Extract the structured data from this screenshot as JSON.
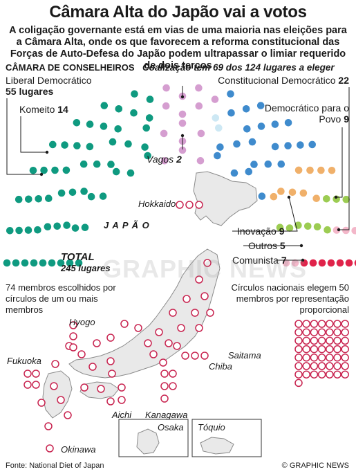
{
  "title": "Câmara Alta do Japão vai a votos",
  "subtitle": "A coligação governante está em vias de uma maioria nas eleições para a Câmara Alta, onde os que favorecem a reforma constitucional das Forças de Auto-Defesa do Japão podem ultrapassar o limiar requerido de dois terços",
  "header_left": "CÂMARA DE CONSELHEIROS",
  "header_right": "Coalização tem 69 dos 124 lugares a eleger",
  "parties": [
    {
      "name": "Liberal Democrático",
      "seats": 55,
      "color": "#0f9a80",
      "label": "Liberal Democrático",
      "seats_text": "55 lugares"
    },
    {
      "name": "Komeito",
      "seats": 14,
      "color": "#d59ed0",
      "label": "Komeito",
      "seats_text": "14"
    },
    {
      "name": "Vagos",
      "seats": 2,
      "color": "#cde8f4",
      "label": "Vagos",
      "seats_text": "2"
    },
    {
      "name": "Constitucional Democrático",
      "seats": 22,
      "color": "#3f8bcd",
      "label": "Constitucional Democrático",
      "seats_text": "22"
    },
    {
      "name": "Democrático para o Povo",
      "seats": 9,
      "color": "#f0b06a",
      "label": "Democrático para o Povo",
      "seats_text": "9"
    },
    {
      "name": "Inovação",
      "seats": 9,
      "color": "#9ccc52",
      "label": "Inovação",
      "seats_text": "9"
    },
    {
      "name": "Outros",
      "seats": 5,
      "color": "#f3b7c9",
      "label": "Outros",
      "seats_text": "5"
    },
    {
      "name": "Comunista",
      "seats": 7,
      "color": "#e0234a",
      "label": "Comunista",
      "seats_text": "7"
    }
  ],
  "total_label": "TOTAL",
  "total_value": "245 lugares",
  "japan_label": "J A P Ã O",
  "watermark": "GRAPHIC NEWS",
  "left_note": "74 membros escolhidos por círculos de um ou mais membros",
  "right_note": "Círculos nacionais elegem 50 membros por representação proporcional",
  "national_seats": 50,
  "places": {
    "hokkaido": "Hokkaido",
    "hyogo": "Hyogo",
    "fukuoka": "Fukuoka",
    "saitama": "Saitama",
    "chiba": "Chiba",
    "aichi": "Aichi",
    "kanagawa": "Kanagawa",
    "osaka": "Osaka",
    "tokyo": "Tóquio",
    "okinawa": "Okinawa"
  },
  "source": "Fonte: National Diet of Japan",
  "credit": "© GRAPHIC NEWS",
  "colors": {
    "circle_outline": "#c8234f",
    "map_fill": "#e9e9e9",
    "map_stroke": "#8a8a8a"
  }
}
